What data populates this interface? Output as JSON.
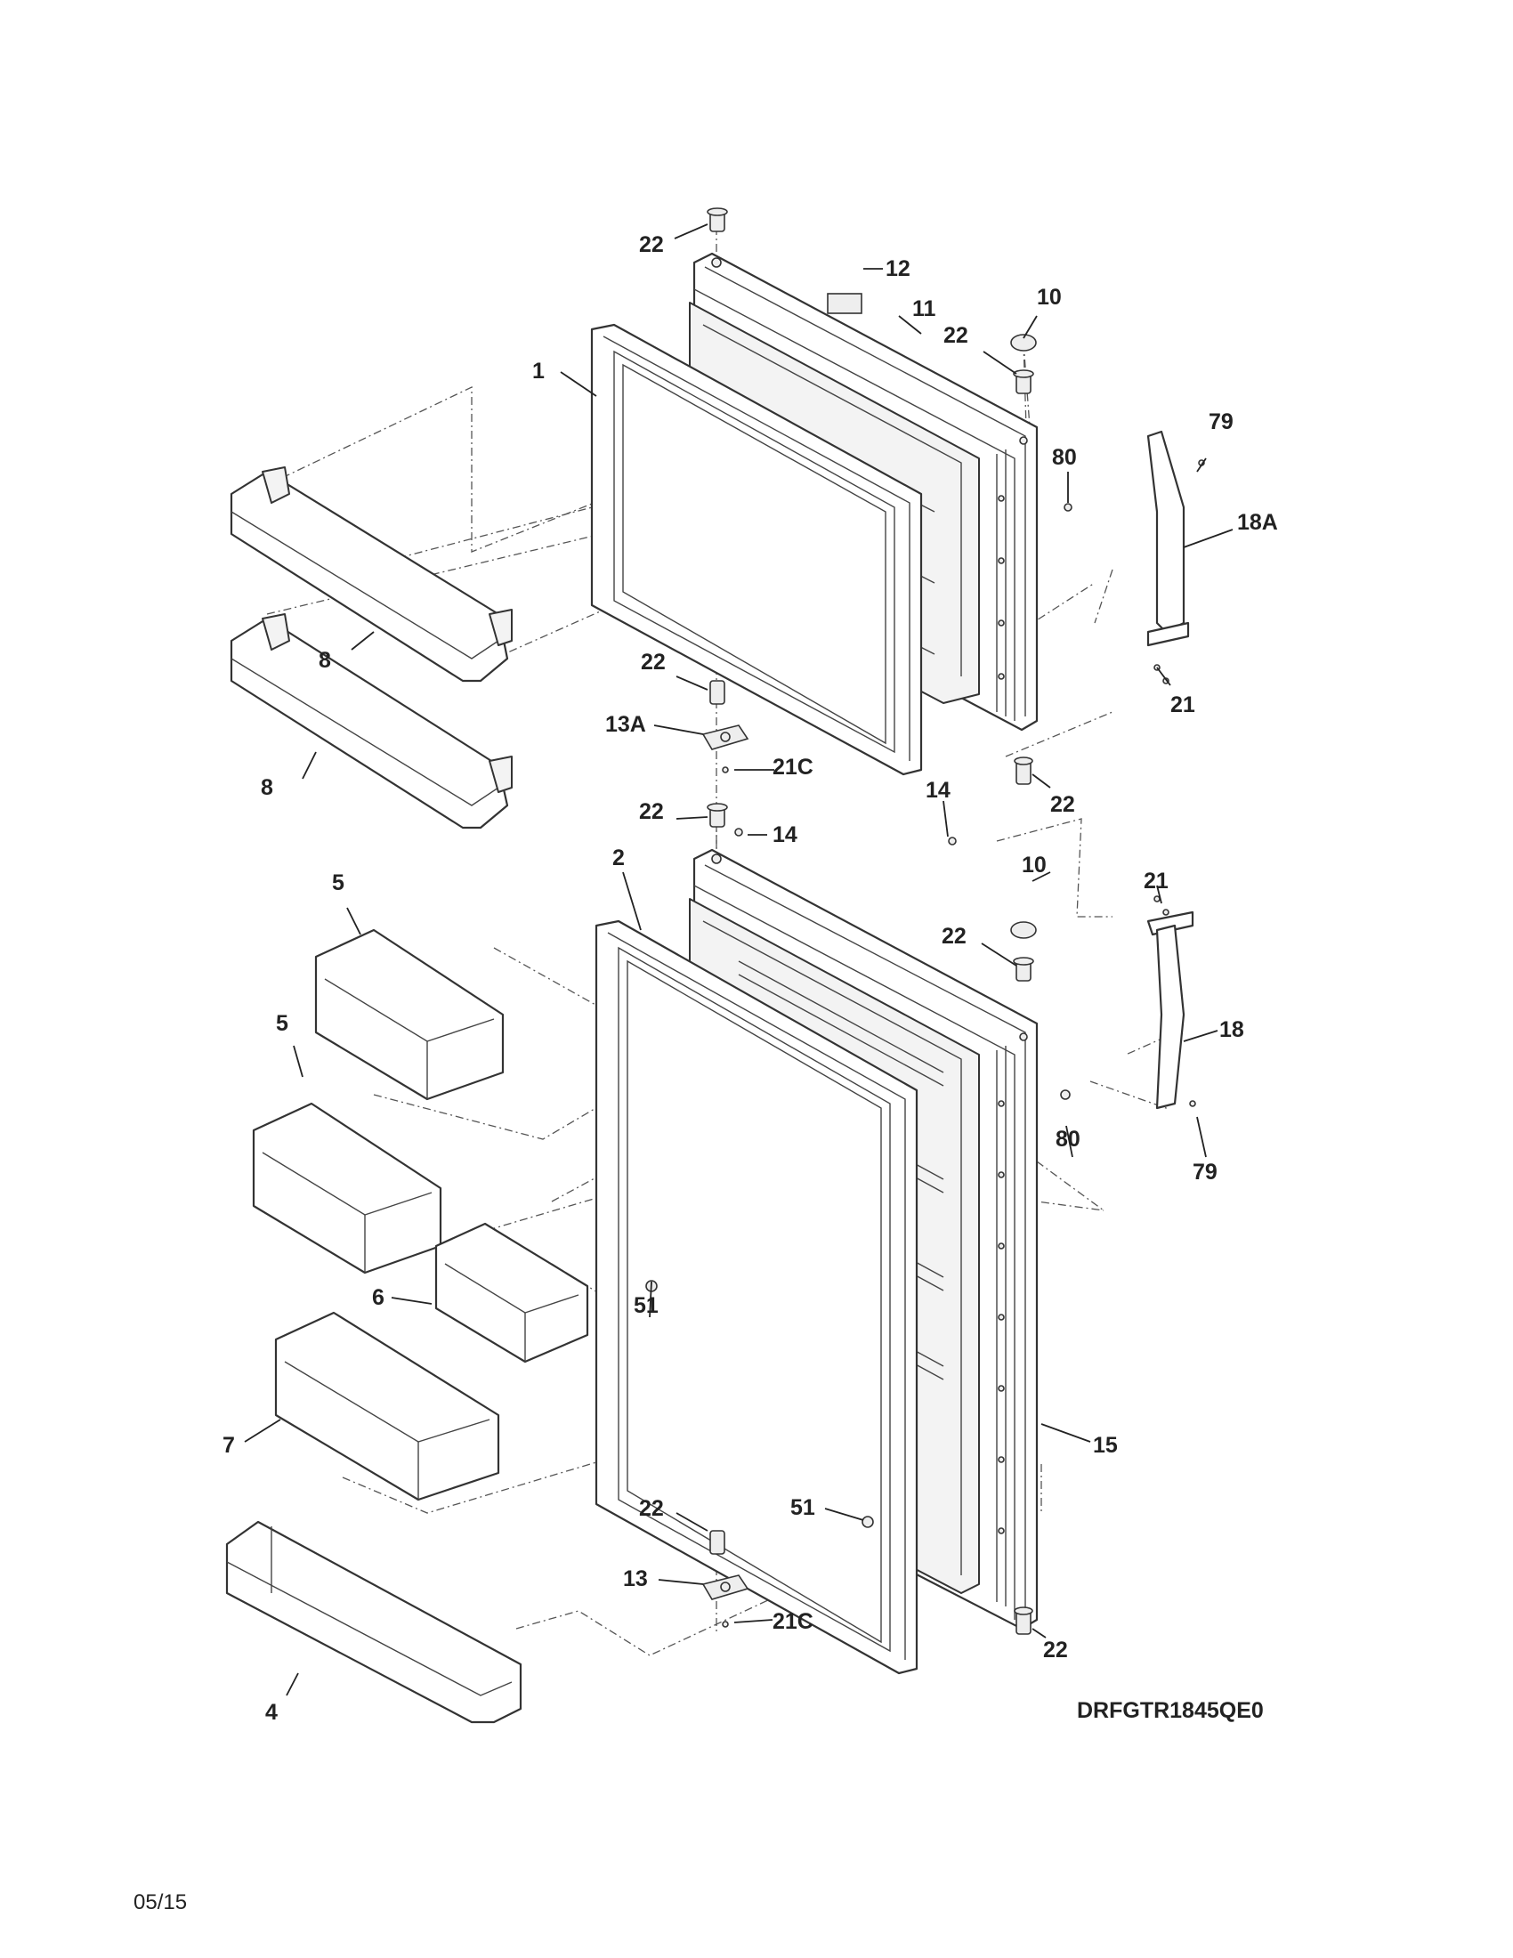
{
  "model_code": "DRFGTR1845QE0",
  "date_code": "05/15",
  "callouts": [
    {
      "id": "c22a",
      "text": "22"
    },
    {
      "id": "c12",
      "text": "12"
    },
    {
      "id": "c11",
      "text": "11"
    },
    {
      "id": "c10a",
      "text": "10"
    },
    {
      "id": "c22b",
      "text": "22"
    },
    {
      "id": "c1",
      "text": "1"
    },
    {
      "id": "c79a",
      "text": "79"
    },
    {
      "id": "c80a",
      "text": "80"
    },
    {
      "id": "c18A",
      "text": "18A"
    },
    {
      "id": "c8a",
      "text": "8"
    },
    {
      "id": "c21a",
      "text": "21"
    },
    {
      "id": "c22c",
      "text": "22"
    },
    {
      "id": "c13A",
      "text": "13A"
    },
    {
      "id": "c8b",
      "text": "8"
    },
    {
      "id": "c21Ca",
      "text": "21C"
    },
    {
      "id": "c22d",
      "text": "22"
    },
    {
      "id": "c14a",
      "text": "14"
    },
    {
      "id": "c22e",
      "text": "22"
    },
    {
      "id": "c14b",
      "text": "14"
    },
    {
      "id": "c2",
      "text": "2"
    },
    {
      "id": "c10b",
      "text": "10"
    },
    {
      "id": "c5a",
      "text": "5"
    },
    {
      "id": "c21b",
      "text": "21"
    },
    {
      "id": "c22f",
      "text": "22"
    },
    {
      "id": "c5b",
      "text": "5"
    },
    {
      "id": "c18",
      "text": "18"
    },
    {
      "id": "c80b",
      "text": "80"
    },
    {
      "id": "c79b",
      "text": "79"
    },
    {
      "id": "c6",
      "text": "6"
    },
    {
      "id": "c51a",
      "text": "51"
    },
    {
      "id": "c7",
      "text": "7"
    },
    {
      "id": "c15",
      "text": "15"
    },
    {
      "id": "c22g",
      "text": "22"
    },
    {
      "id": "c51b",
      "text": "51"
    },
    {
      "id": "c13",
      "text": "13"
    },
    {
      "id": "c21Cb",
      "text": "21C"
    },
    {
      "id": "c22h",
      "text": "22"
    },
    {
      "id": "c4",
      "text": "4"
    }
  ]
}
